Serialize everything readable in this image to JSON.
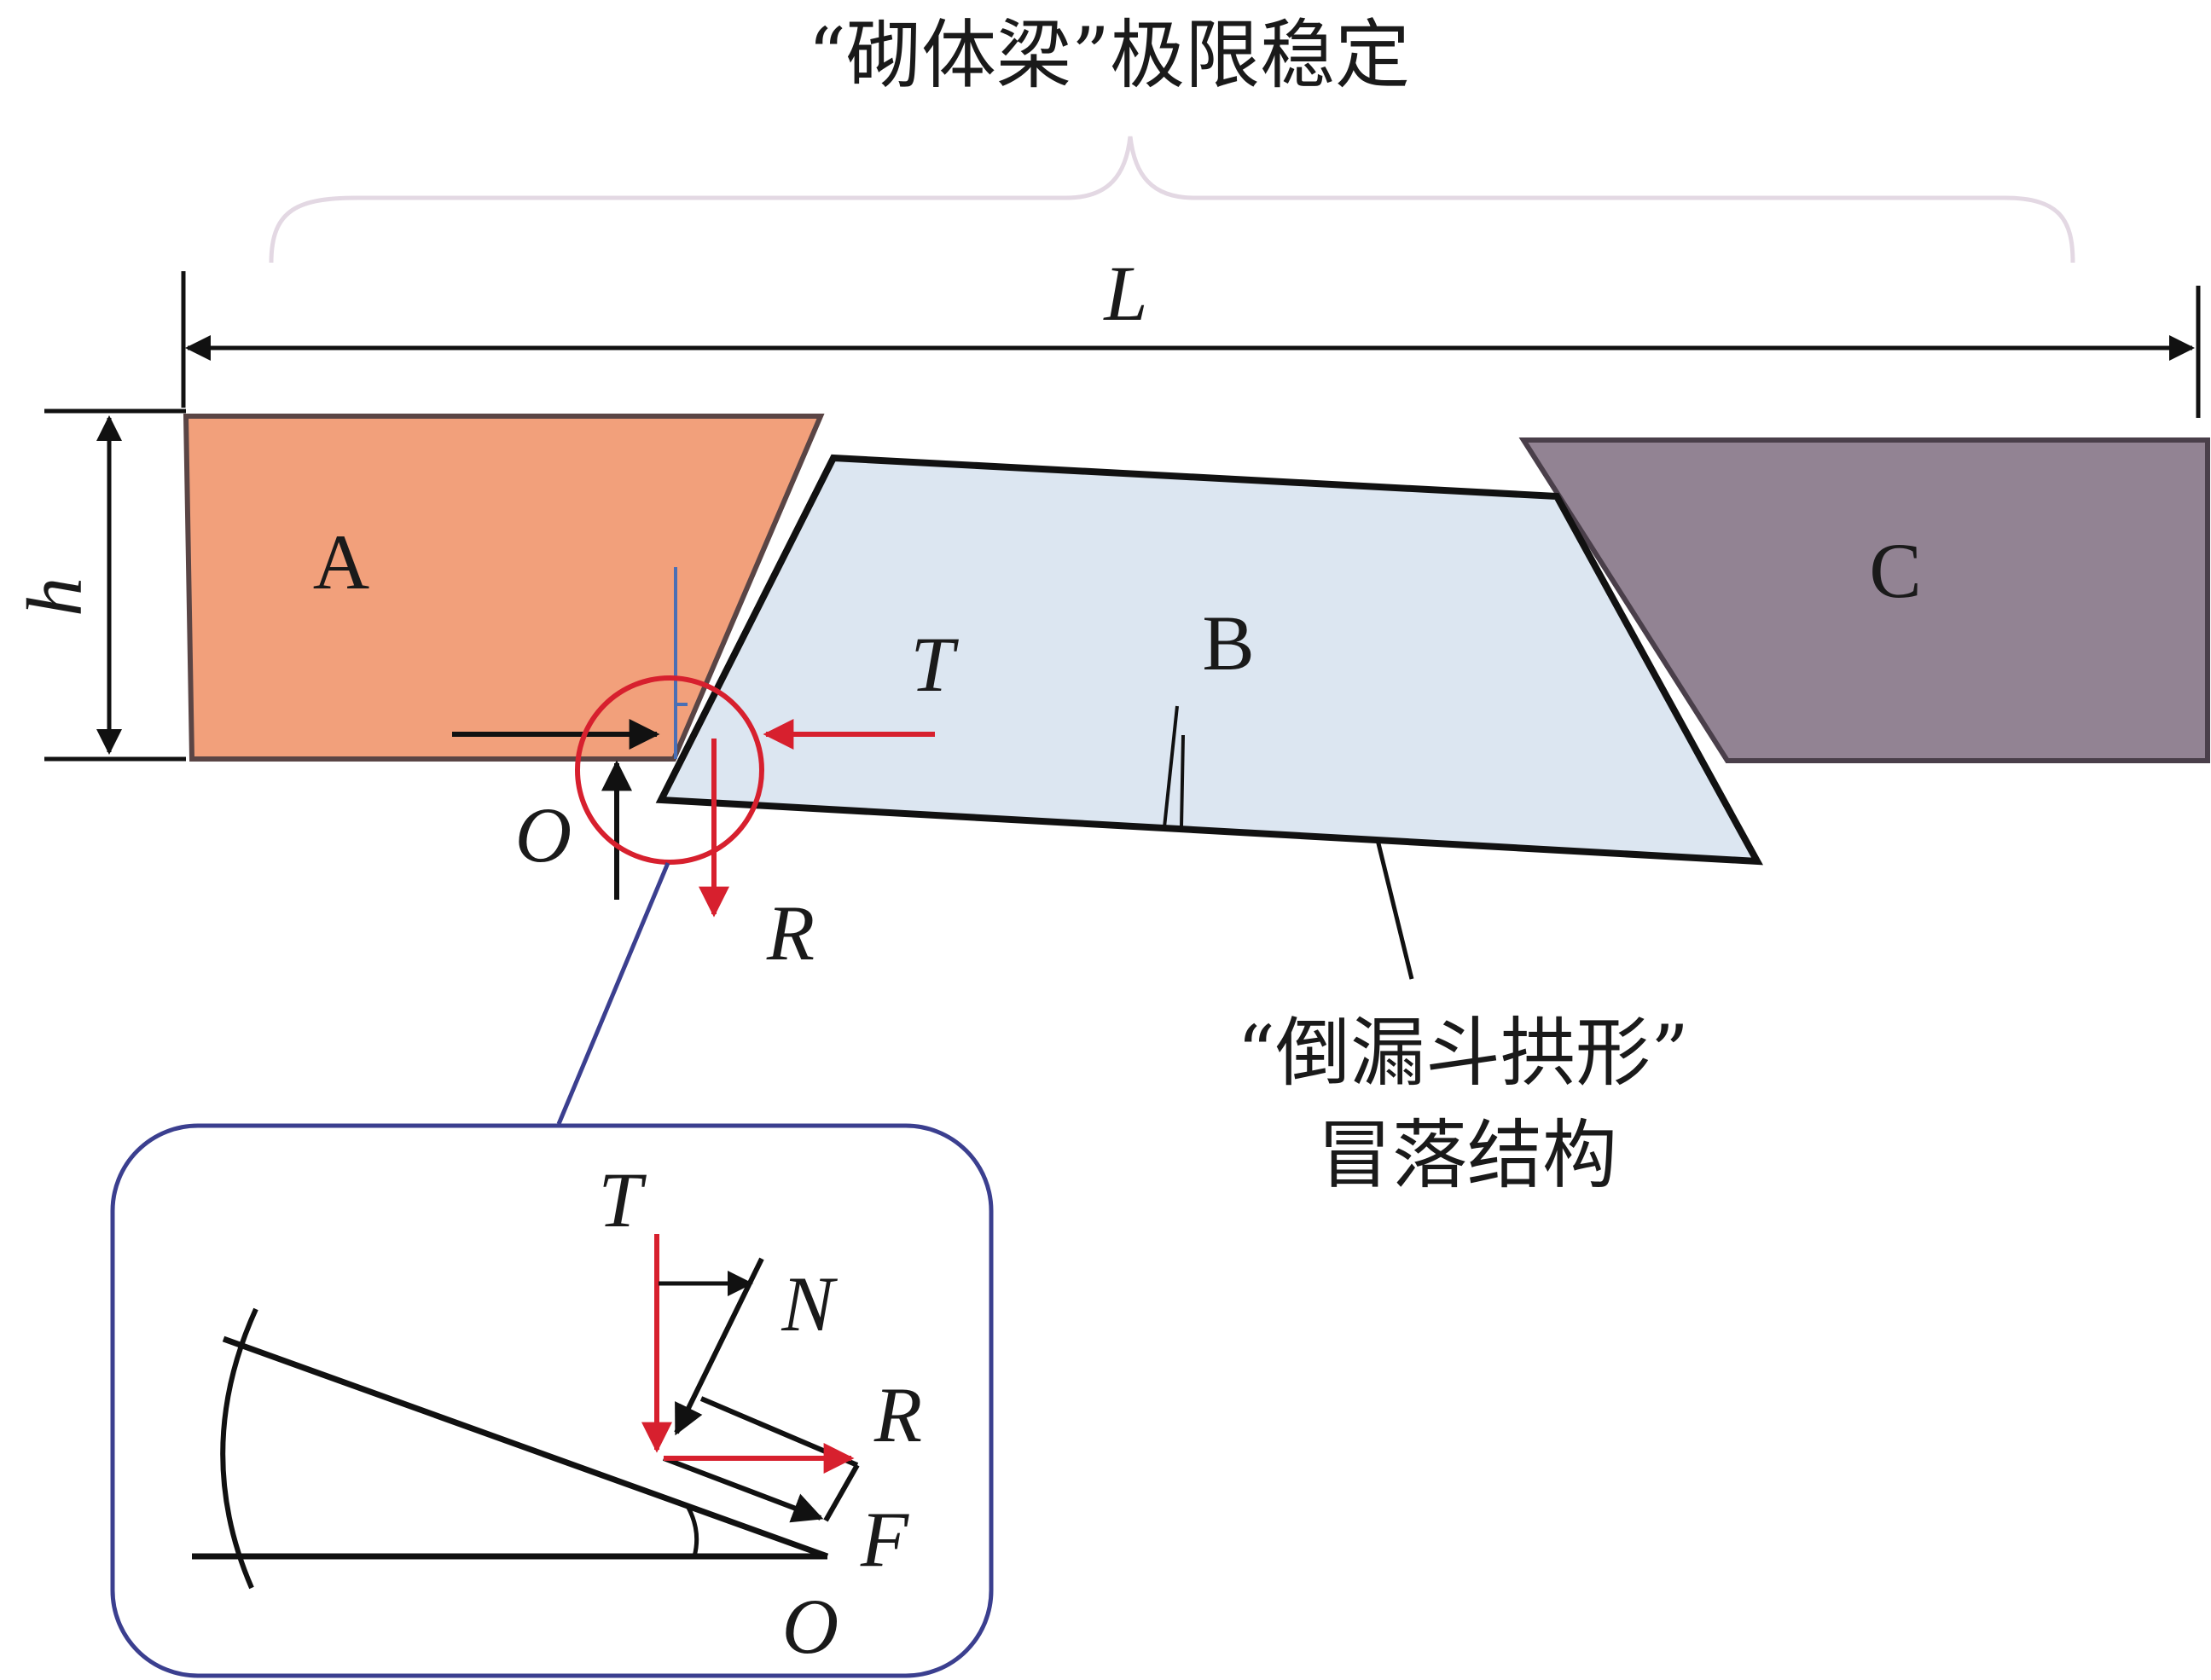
{
  "title": "“砌体梁”极限稳定",
  "dimension_span": "L",
  "dimension_height": "h",
  "blocks": {
    "a": {
      "label": "A",
      "color": "#F2A07B"
    },
    "b": {
      "label": "B",
      "color": "#DCE6F1"
    },
    "c": {
      "label": "C",
      "color": "#928393"
    }
  },
  "forces_main": {
    "thrust": "T",
    "reaction": "R",
    "hinge": "O"
  },
  "structure_label": {
    "line1": "“倒漏斗拱形”",
    "line2": "冒落结构"
  },
  "inset_labels": {
    "thrust": "T",
    "normal": "N",
    "reaction": "R",
    "friction": "F",
    "hinge": "O"
  },
  "colors": {
    "force_red": "#D7202E",
    "callout_blue": "#3B3F8F",
    "thin_blue": "#4A6FB5",
    "outline": "#111111",
    "brace": "#E3D8E3"
  }
}
